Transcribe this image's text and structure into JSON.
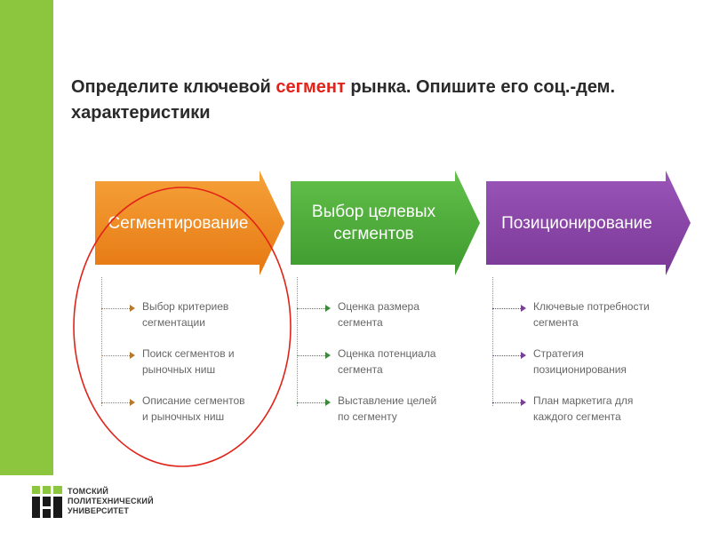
{
  "title": {
    "before": "Определите ключевой ",
    "accent": "сегмент",
    "after": " рынка. Опишите его соц.-дем. характеристики"
  },
  "steps": [
    {
      "label": "Сегментирование",
      "color": "#f08a1c",
      "items": [
        "Выбор критериев\nсегментации",
        "Поиск сегментов и\nрыночных ниш",
        "Описание сегментов\nи рыночных ниш"
      ]
    },
    {
      "label": "Выбор целевых\nсегментов",
      "color": "#4fae3a",
      "items": [
        "Оценка размера\nсегмента",
        "Оценка потенциала\nсегмента",
        "Выставление целей\nпо сегменту"
      ]
    },
    {
      "label": "Позиционирование",
      "color": "#8a45a8",
      "items": [
        "Ключевые потребности\nсегмента",
        "Стратегия\nпозиционирования",
        "План маркетига для\nкаждого сегмента"
      ]
    }
  ],
  "university": {
    "line1": "ТОМСКИЙ",
    "line2": "ПОЛИТЕХНИЧЕСКИЙ",
    "line3": "УНИВЕРСИТЕТ"
  },
  "colors": {
    "accent_bar": "#8cc63f",
    "highlight_circle": "#e2231a",
    "title_accent": "#e2231a"
  }
}
